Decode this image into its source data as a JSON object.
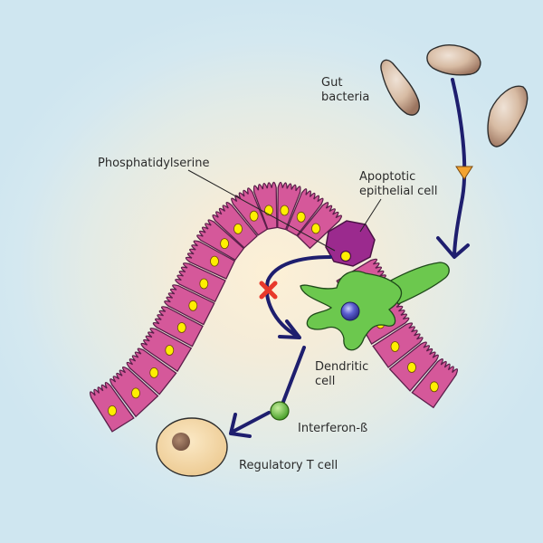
{
  "labels": {
    "gut_bacteria_line1": "Gut",
    "gut_bacteria_line2": "bacteria",
    "phosphatidylserine": "Phosphatidylserine",
    "apoptotic_line1": "Apoptotic",
    "apoptotic_line2": "epithelial cell",
    "dendritic_line1": "Dendritic",
    "dendritic_line2": "cell",
    "interferon": "Interferon-ß",
    "regulatory_t_cell": "Regulatory T cell"
  },
  "colors": {
    "epithelium_fill": "#d5589a",
    "epithelium_stroke": "#5a1f4a",
    "nucleus": "#ffef00",
    "apoptotic_cell": "#9b2a8e",
    "dendritic_cell": "#6cc84e",
    "dendritic_nucleus": "#3d3fb0",
    "arrow": "#1e1e6e",
    "blocked_marker": "#e8392b",
    "bacteria": "#c9a98c",
    "interferon": "#4caf2a",
    "t_cell": "#f2d7a8",
    "t_cell_nucleus": "#8d6a55",
    "triangle_marker": "#f3a330"
  },
  "icons": {
    "blocked": "x-mark-icon",
    "signal": "triangle-marker-icon"
  }
}
